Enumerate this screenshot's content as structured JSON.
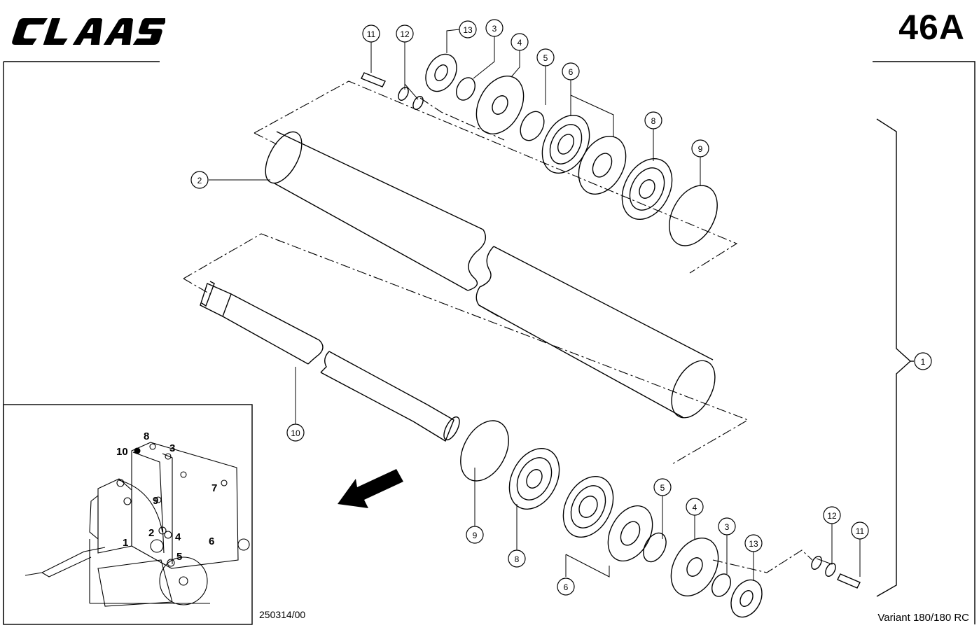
{
  "header": {
    "brand": "CLAAS",
    "page_number": "46A"
  },
  "footer": {
    "drawing_number": "250314/00",
    "variant": "Variant 180/180 RC"
  },
  "callouts": {
    "c1": "1",
    "c2": "2",
    "c3a": "3",
    "c4a": "4",
    "c5a": "5",
    "c6a": "6",
    "c8a": "8",
    "c9a": "9",
    "c10": "10",
    "c11a": "11",
    "c12a": "12",
    "c13a": "13",
    "c3b": "3",
    "c4b": "4",
    "c5b": "5",
    "c6b": "6",
    "c8b": "8",
    "c9b": "9",
    "c11b": "11",
    "c12b": "12",
    "c13b": "13"
  },
  "inset": {
    "labels": {
      "i1": "1",
      "i2": "2",
      "i3": "3",
      "i4": "4",
      "i5": "5",
      "i6": "6",
      "i7": "7",
      "i8": "8",
      "i9": "9",
      "i10": "10"
    }
  }
}
